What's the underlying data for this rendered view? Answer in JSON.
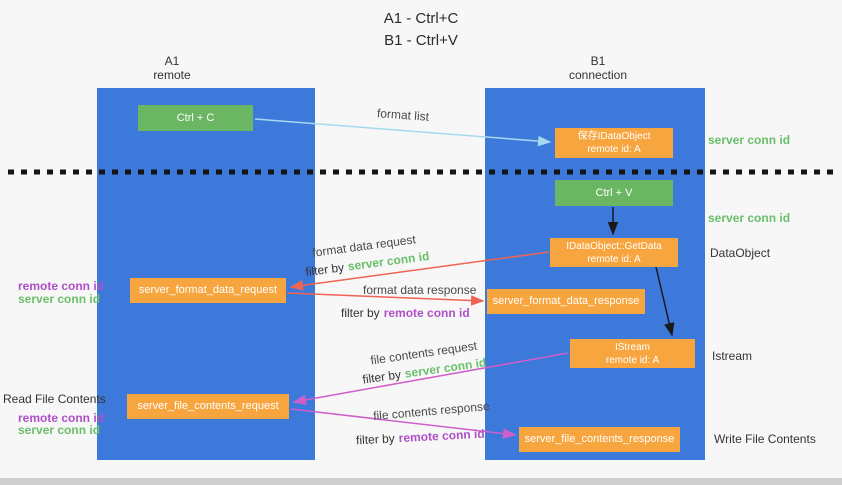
{
  "title": {
    "line1": "A1 - Ctrl+C",
    "line2": "B1 - Ctrl+V"
  },
  "columns": {
    "left": {
      "name": "A1",
      "sub": "remote"
    },
    "right": {
      "name": "B1",
      "sub": "connection"
    }
  },
  "boxes": {
    "ctrl_c": "Ctrl + C",
    "ctrl_v": "Ctrl + V",
    "save_idataobject": {
      "line1": "保存IDataObject",
      "line2": "remote id: A"
    },
    "getdata": {
      "line1": "IDataObject::GetData",
      "line2": "remote id: A"
    },
    "istream": {
      "line1": "IStream",
      "line2": "remote id: A"
    },
    "format_request": "server_format_data_request",
    "format_response": "server_format_data_response",
    "file_request": "server_file_contents_request",
    "file_response": "server_file_contents_response"
  },
  "labels": {
    "format_list": "format list",
    "format_data_request": "format data request",
    "format_data_response": "format data response",
    "file_contents_request": "file contents request",
    "file_contents_response": "file contents response",
    "filter_by": "filter by",
    "server_conn_id": "server conn id",
    "remote_conn_id": "remote conn id",
    "dataobject": "DataObject",
    "istream": "Istream",
    "read_file_contents": "Read File Contents",
    "write_file_contents": "Write File Contents"
  },
  "colors": {
    "column_blue": "#3d79da",
    "box_green": "#6ab662",
    "box_orange": "#f7a53f",
    "arrow_blue": "#a6d9ee",
    "arrow_red": "#ef6352",
    "arrow_magenta": "#cf5ecb",
    "arrow_black": "#1a1a1a",
    "text_green": "#6abf69",
    "text_purple": "#b050c8"
  }
}
